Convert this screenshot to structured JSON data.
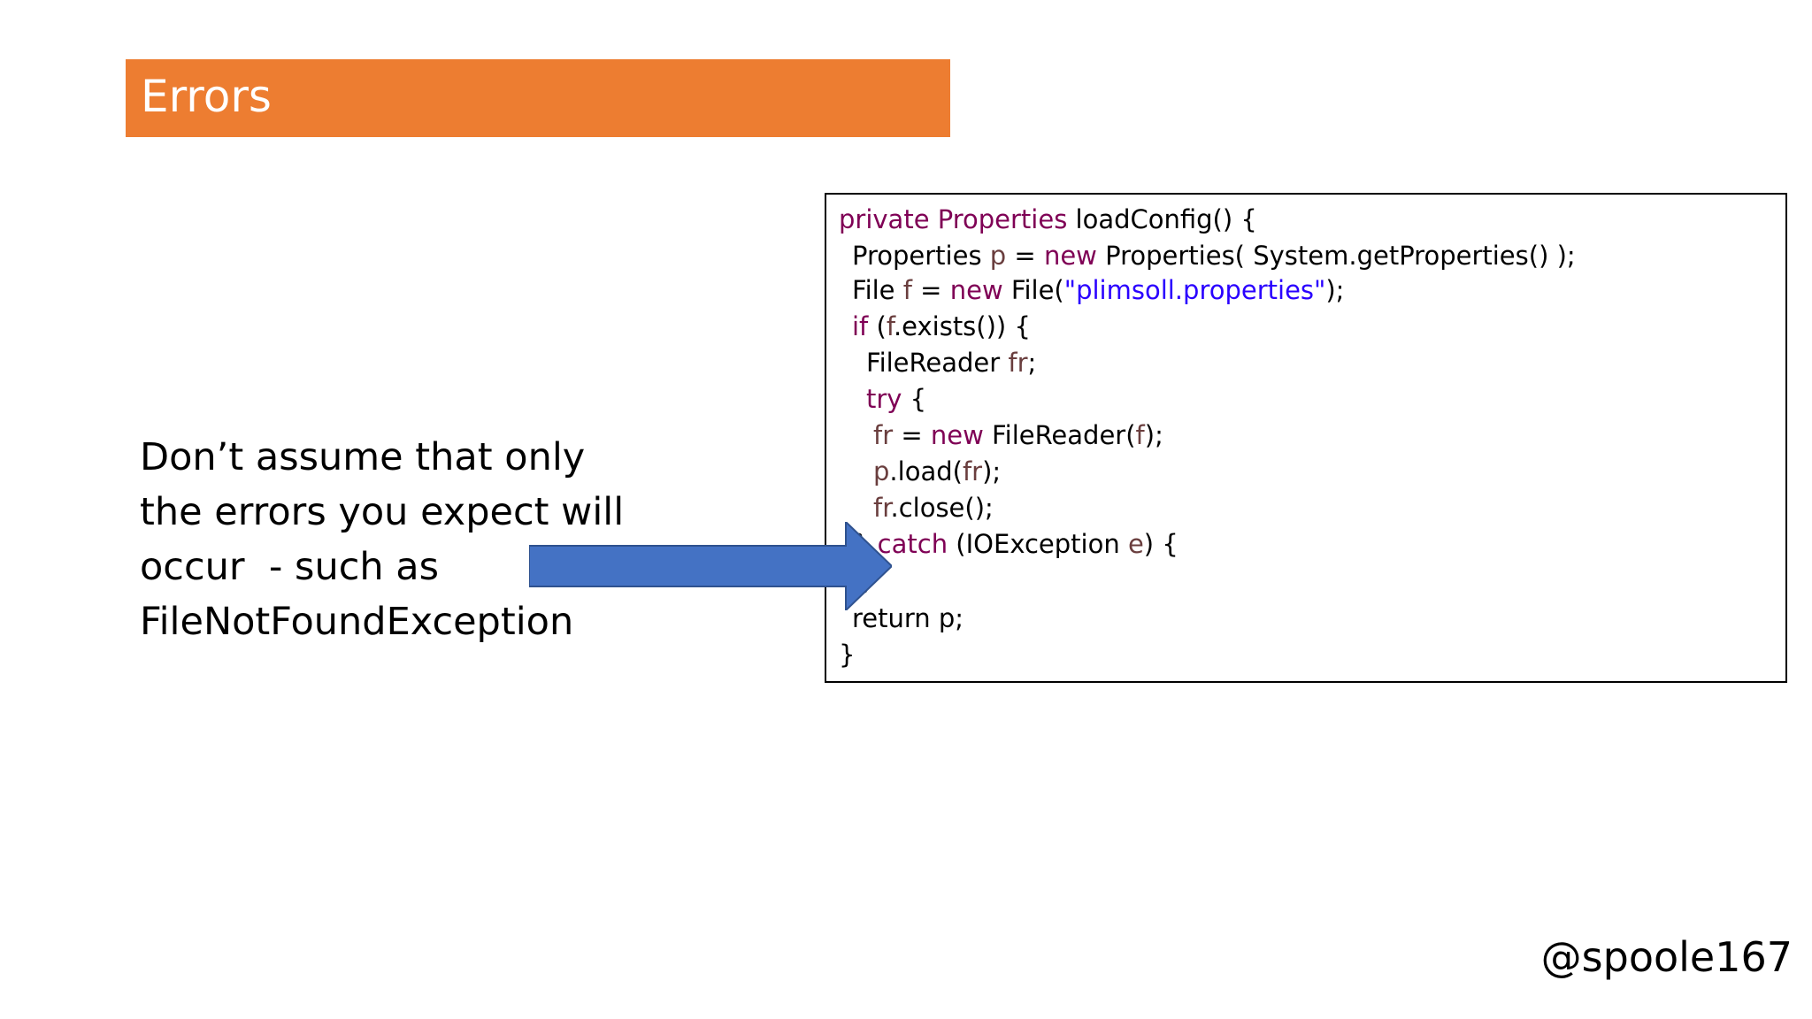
{
  "slide": {
    "title": "Errors",
    "body_lines": [
      "Don’t assume that only",
      "the errors you expect will",
      "occur  - such as",
      "FileNotFoundException"
    ],
    "handle": "@spoole167"
  },
  "code": {
    "lines": [
      {
        "indent": 0,
        "tokens": [
          {
            "t": "kw",
            "v": "private Properties "
          },
          {
            "t": "plain",
            "v": "loadConfig() {"
          }
        ]
      },
      {
        "indent": 1,
        "tokens": [
          {
            "t": "plain",
            "v": "Properties "
          },
          {
            "t": "var",
            "v": "p"
          },
          {
            "t": "plain",
            "v": " = "
          },
          {
            "t": "kw",
            "v": "new"
          },
          {
            "t": "plain",
            "v": " Properties( System.getProperties() );"
          }
        ]
      },
      {
        "indent": 1,
        "tokens": [
          {
            "t": "plain",
            "v": "File "
          },
          {
            "t": "var",
            "v": "f"
          },
          {
            "t": "plain",
            "v": " = "
          },
          {
            "t": "kw",
            "v": "new"
          },
          {
            "t": "plain",
            "v": " File("
          },
          {
            "t": "str",
            "v": "\"plimsoll.properties\""
          },
          {
            "t": "plain",
            "v": ");"
          }
        ]
      },
      {
        "indent": 1,
        "tokens": [
          {
            "t": "kw",
            "v": "if"
          },
          {
            "t": "plain",
            "v": " ("
          },
          {
            "t": "var",
            "v": "f"
          },
          {
            "t": "plain",
            "v": ".exists()) {"
          }
        ]
      },
      {
        "indent": 2,
        "tokens": [
          {
            "t": "plain",
            "v": "FileReader "
          },
          {
            "t": "var",
            "v": "fr"
          },
          {
            "t": "plain",
            "v": ";"
          }
        ]
      },
      {
        "indent": 2,
        "tokens": [
          {
            "t": "kw",
            "v": "try"
          },
          {
            "t": "plain",
            "v": " {"
          }
        ]
      },
      {
        "indent": 3,
        "tokens": [
          {
            "t": "var",
            "v": "fr"
          },
          {
            "t": "plain",
            "v": " = "
          },
          {
            "t": "kw",
            "v": "new"
          },
          {
            "t": "plain",
            "v": " FileReader("
          },
          {
            "t": "var",
            "v": "f"
          },
          {
            "t": "plain",
            "v": ");"
          }
        ]
      },
      {
        "indent": 3,
        "tokens": [
          {
            "t": "var",
            "v": "p"
          },
          {
            "t": "plain",
            "v": ".load("
          },
          {
            "t": "var",
            "v": "fr"
          },
          {
            "t": "plain",
            "v": ");"
          }
        ]
      },
      {
        "indent": 3,
        "tokens": [
          {
            "t": "var",
            "v": "fr"
          },
          {
            "t": "plain",
            "v": ".close();"
          }
        ]
      },
      {
        "indent": 2,
        "tokens": [
          {
            "t": "plain",
            "v": "} "
          },
          {
            "t": "kw",
            "v": "catch"
          },
          {
            "t": "plain",
            "v": " (IOException "
          },
          {
            "t": "var",
            "v": "e"
          },
          {
            "t": "plain",
            "v": ") {"
          }
        ]
      },
      {
        "indent": 2,
        "tokens": [
          {
            "t": "plain",
            "v": "}"
          }
        ]
      },
      {
        "indent": 1,
        "tokens": [
          {
            "t": "plain",
            "v": "return p;"
          }
        ]
      },
      {
        "indent": 0,
        "tokens": [
          {
            "t": "plain",
            "v": "}"
          }
        ]
      }
    ]
  },
  "colors": {
    "title_bar": "#ed7d31",
    "arrow": "#4472c4",
    "keyword": "#7f0055",
    "variable": "#6a3e3e",
    "string": "#2a00ff"
  },
  "icons": {
    "arrow": "right-arrow-icon"
  }
}
